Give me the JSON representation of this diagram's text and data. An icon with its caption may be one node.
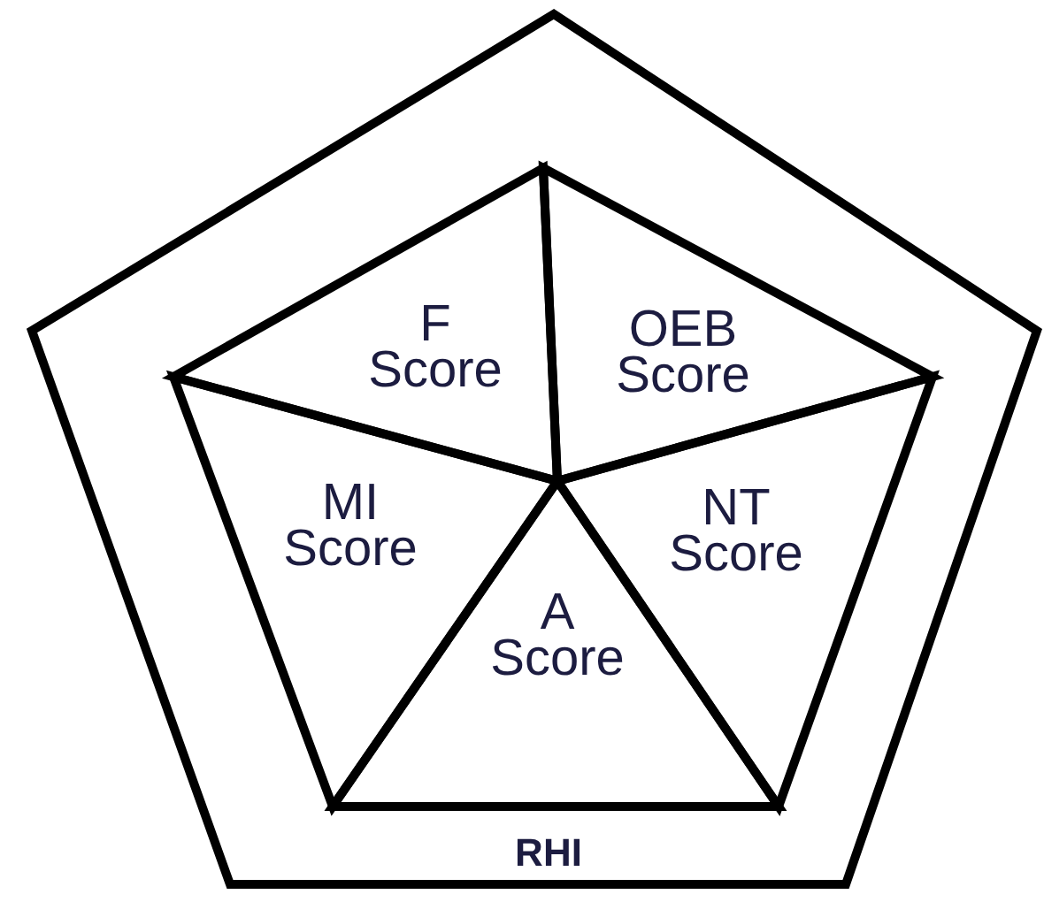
{
  "diagram": {
    "nodes": [
      {
        "text": [
          "RHI"
        ]
      },
      {
        "text": [
          "F Score"
        ],
        "in": 0
      },
      {
        "text": [
          "OEB Score"
        ],
        "in": 0
      },
      {
        "text": [
          "MI Score"
        ],
        "in": 0
      },
      {
        "text": [
          "NT Score"
        ],
        "in": 0
      },
      {
        "text": [
          "A Score"
        ],
        "in": 0
      }
    ]
  }
}
